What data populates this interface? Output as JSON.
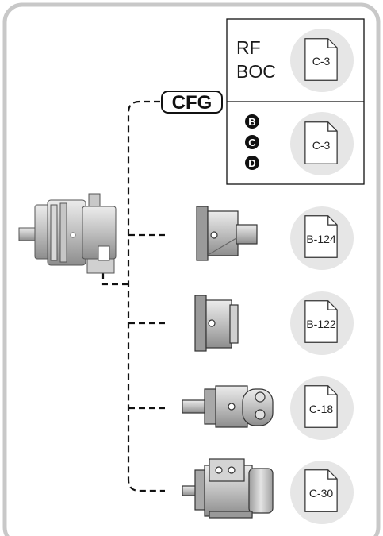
{
  "header_box": {
    "title_line1": "RF",
    "title_line2": "BOC",
    "title_doc": "C-3",
    "variants": [
      "B",
      "C",
      "D"
    ],
    "variants_doc": "C-3"
  },
  "cfg_label": "CFG",
  "options": [
    {
      "doc": "B-124"
    },
    {
      "doc": "B-122"
    },
    {
      "doc": "C-18"
    },
    {
      "doc": "C-30"
    }
  ],
  "colors": {
    "frame": "#c8c8c8",
    "doc_circle": "#e6e6e6",
    "line": "#111111",
    "product_gray": "#bdbdbd"
  },
  "icons": {
    "document": "document-icon",
    "gear_unit": "gear-unit-icon",
    "flange_b124": "flange-adapter-icon",
    "flange_b122": "coupling-adapter-icon",
    "hydraulic_motor": "hydraulic-motor-icon",
    "electric_motor": "electric-motor-icon"
  }
}
